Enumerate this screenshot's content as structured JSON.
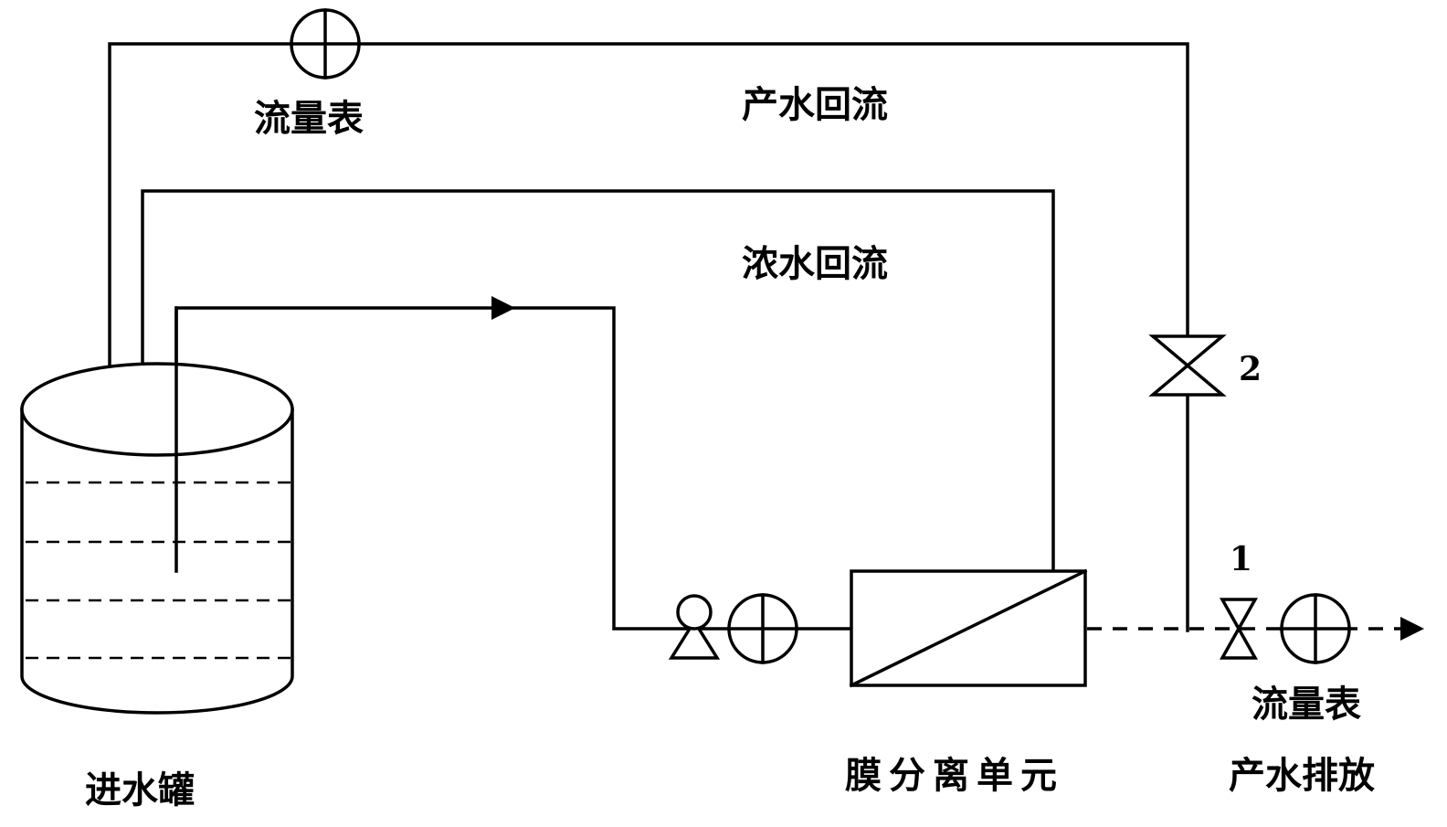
{
  "labels": {
    "flowmeter_top": "流量表",
    "product_return": "产水回流",
    "concentrate_return": "浓水回流",
    "feed_tank": "进水罐",
    "membrane_unit": "膜分离单元",
    "flowmeter_bottom": "流量表",
    "product_discharge": "产水排放",
    "valve_1": "1",
    "valve_2": "2"
  }
}
